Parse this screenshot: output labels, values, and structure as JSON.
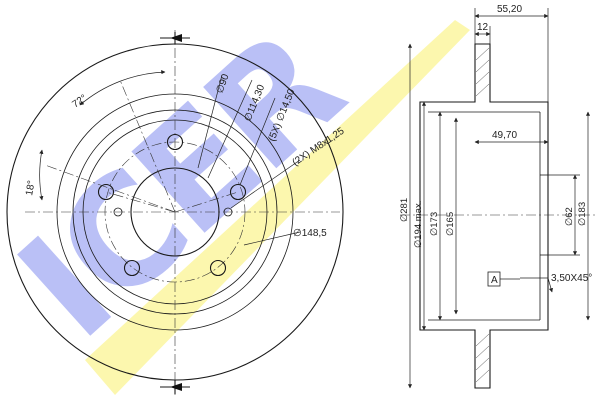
{
  "watermark": {
    "text": "ICER",
    "colors": {
      "letters": "#aeb6f5",
      "swoosh": "#fbf6a0"
    }
  },
  "front_view": {
    "angle_labels": [
      "72°",
      "18°"
    ],
    "diameter_labels": [
      "∅90",
      "∅114,30",
      "(5X) ∅14,50",
      "(2X) M8x1,25",
      "∅148,5"
    ]
  },
  "side_view": {
    "top_dims": [
      "55,20",
      "12"
    ],
    "dims": [
      "49,70",
      "∅281",
      "∅194 max.",
      "∅173",
      "∅165",
      "∅62",
      "∅183",
      "3,50X45°"
    ],
    "datum": "A"
  },
  "colors": {
    "line": "#1a1a1a",
    "fill_section": "#ffffff"
  }
}
